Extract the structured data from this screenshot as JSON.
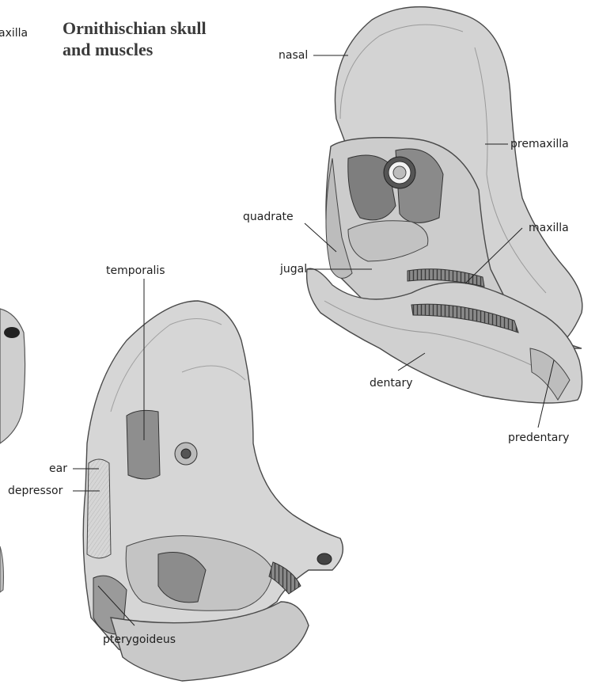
{
  "title": {
    "line1": "Ornithischian skull",
    "line2": "and muscles"
  },
  "cut_off_label": "axilla",
  "upper_skull": {
    "labels": {
      "nasal": "nasal",
      "premaxilla": "premaxilla",
      "quadrate": "quadrate",
      "maxilla": "maxilla",
      "jugal": "jugal",
      "dentary": "dentary",
      "predentary": "predentary"
    }
  },
  "lower_skull": {
    "labels": {
      "temporalis": "temporalis",
      "ear": "ear",
      "depressor": "depressor",
      "pterygoideus": "pterygoideus"
    }
  }
}
